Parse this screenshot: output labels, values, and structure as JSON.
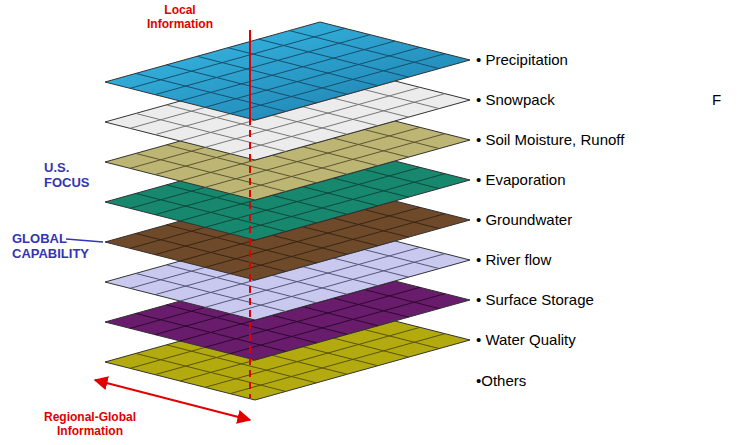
{
  "diagram": {
    "labels": [
      "Local Information",
      "U.S. FOCUS",
      "GLOBAL CAPABILITY",
      "• Precipitation",
      "• Snowpack",
      "F",
      "• Soil Moisture, Runoff",
      "• Evaporation",
      "• Groundwater",
      "• River flow",
      "• Surface Storage",
      "• Water Quality",
      "•Others",
      "Regional-Global Information"
    ]
  }
}
